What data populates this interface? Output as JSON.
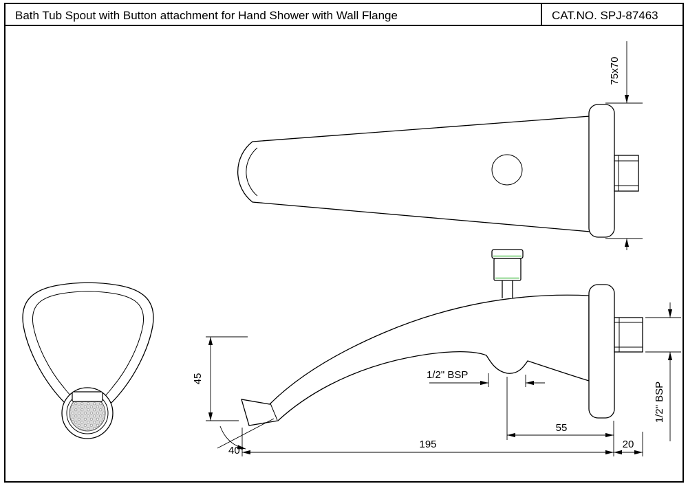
{
  "header": {
    "title": "Bath Tub Spout with Button attachment for Hand Shower with Wall Flange",
    "cat_no": "CAT.NO. SPJ-87463"
  },
  "dimensions": {
    "flange_size": "75x70",
    "height_45": "45",
    "angle_40": "40°",
    "bsp_bottom": "1/2\" BSP",
    "bsp_side": "1/2\" BSP",
    "length_55": "55",
    "length_195": "195",
    "length_20": "20"
  },
  "colors": {
    "line": "#000000",
    "accent_green": "#3cb93c",
    "mesh_gray": "#d9d9d9"
  }
}
